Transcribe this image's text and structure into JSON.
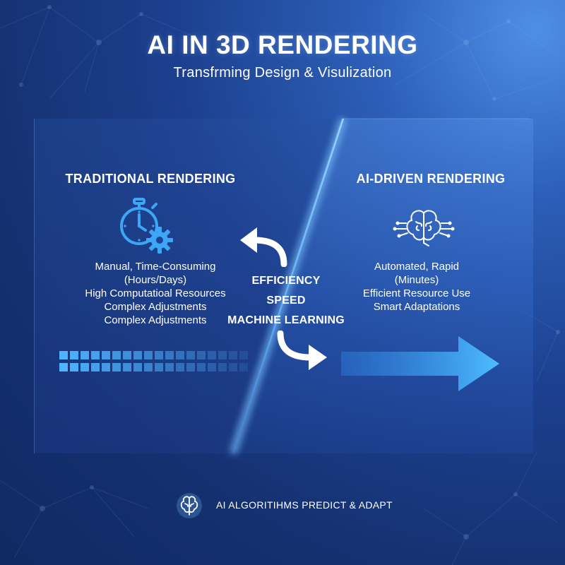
{
  "header": {
    "title": "AI IN 3D RENDERING",
    "subtitle": "Transfrming Design & Visulization"
  },
  "traditional": {
    "heading": "TRADITIONAL RENDERING",
    "items": [
      "Manual, Time-Consuming",
      "(Hours/Days)",
      "High Computatioal Resources",
      "Complex Adjustments",
      "Complex Adjustments"
    ],
    "icons": [
      "stopwatch-icon",
      "gear-icon"
    ]
  },
  "ai_driven": {
    "heading": "AI-DRIVEN RENDERING",
    "items": [
      "Automated, Rapid",
      "(Minutes)",
      "Efficient Resource Use",
      "Smart Adaptations"
    ],
    "icons": [
      "brain-circuit-icon"
    ]
  },
  "center": {
    "words": [
      "EFFICIENCY",
      "SPEED",
      "MACHINE LEARNING"
    ]
  },
  "footer": {
    "text": "AI ALGORITIHMS PREDICT & ADAPT",
    "icon": "brain-icon"
  },
  "colors": {
    "background": "#1c3f8e",
    "accent": "#4fb4ff",
    "icon_blue": "#3da6f5",
    "text": "#ffffff"
  }
}
